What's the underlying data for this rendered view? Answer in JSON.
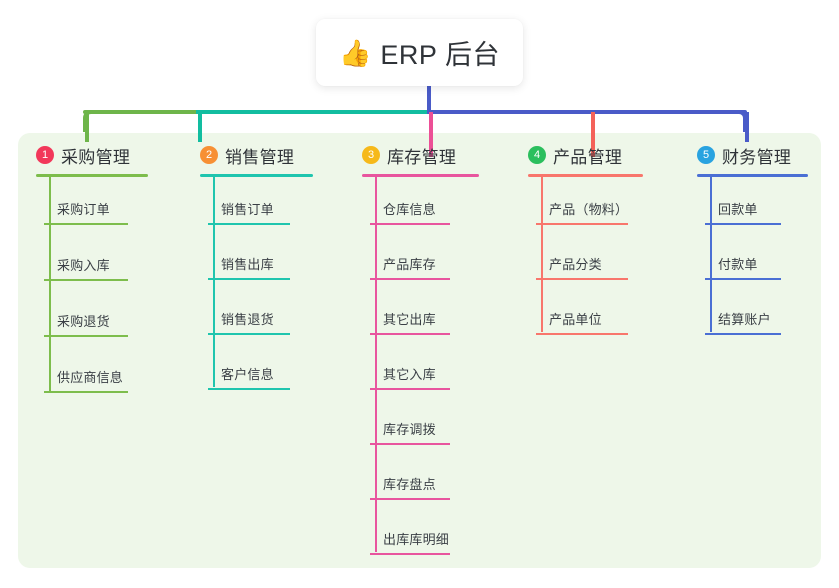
{
  "root": {
    "icon": "thumbs-up-emoji",
    "icon_glyph": "👍",
    "title": "ERP 后台"
  },
  "colors": {
    "panel_bg": "#eef7e9",
    "page_bg": "#ffffff",
    "trunk": "#4a5bc8",
    "bus_left": "#6eb54a",
    "bus_mid": "#12bda0",
    "bus_right": "#4a5bc8"
  },
  "columns": [
    {
      "number": "1",
      "title": "采购管理",
      "badge_color": "#f2385a",
      "accent": "#7dbd4c",
      "drop_color": "#6eb54a",
      "items": [
        "采购订单",
        "采购入库",
        "采购退货",
        "供应商信息"
      ]
    },
    {
      "number": "2",
      "title": "销售管理",
      "badge_color": "#f79034",
      "accent": "#1fc5ae",
      "drop_color": "#12bda0",
      "items": [
        "销售订单",
        "销售出库",
        "销售退货",
        "客户信息"
      ]
    },
    {
      "number": "3",
      "title": "库存管理",
      "badge_color": "#f6b91a",
      "accent": "#e8559e",
      "drop_color": "#ec4f96",
      "items": [
        "仓库信息",
        "产品库存",
        "其它出库",
        "其它入库",
        "库存调拨",
        "库存盘点",
        "出库库明细"
      ]
    },
    {
      "number": "4",
      "title": "产品管理",
      "badge_color": "#2bbf5d",
      "accent": "#f8766c",
      "drop_color": "#f4625a",
      "items": [
        "产品（物料）",
        "产品分类",
        "产品单位"
      ]
    },
    {
      "number": "5",
      "title": "财务管理",
      "badge_color": "#29a3e0",
      "accent": "#4a6fd4",
      "drop_color": "#4a5bc8",
      "items": [
        "回款单",
        "付款单",
        "结算账户"
      ]
    }
  ]
}
